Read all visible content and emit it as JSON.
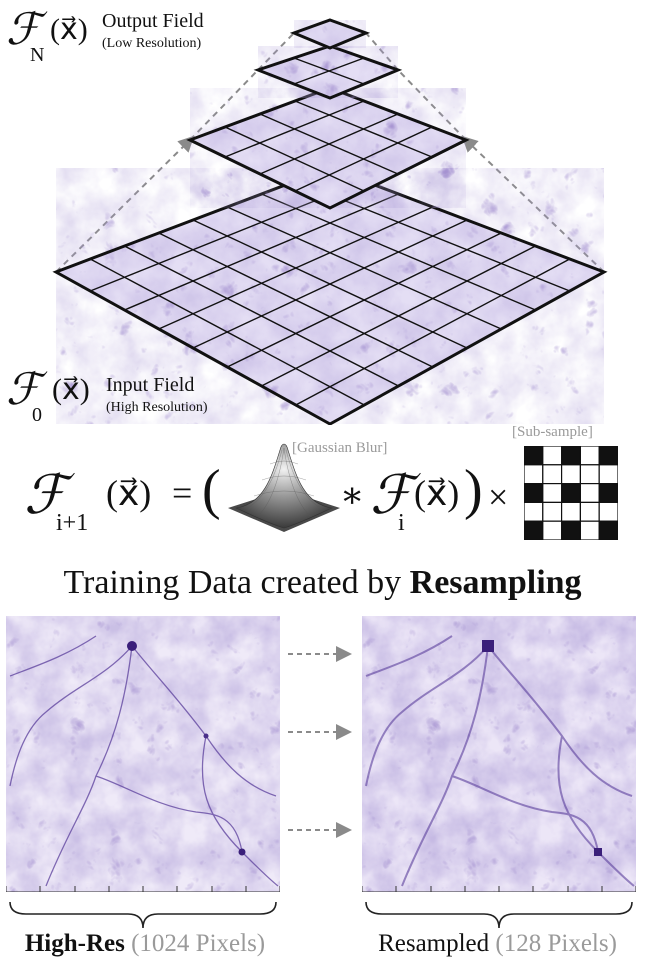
{
  "pyramid": {
    "output_symbol": "ℱ",
    "output_subscript": "N",
    "output_arg": "(x⃗)",
    "output_title": "Output Field",
    "output_sub": "(Low Resolution)",
    "input_symbol": "ℱ",
    "input_subscript": "0",
    "input_arg": "(x⃗)",
    "input_title": "Input Field",
    "input_sub": "(High Resolution)"
  },
  "equation": {
    "lhs_symbol": "ℱ",
    "lhs_subscript": "i+1",
    "lhs_arg": "(x⃗)",
    "equals": "=",
    "open_paren": "(",
    "blur_label": "[Gaussian Blur]",
    "convolve": "∗",
    "rhs_symbol": "ℱ",
    "rhs_subscript": "i",
    "rhs_arg": "(x⃗)",
    "close_paren": ")",
    "times": "×",
    "subsample_label": "[Sub-sample]"
  },
  "training": {
    "title_prefix": "Training Data created by ",
    "title_bold": "Resampling",
    "left_caption_bold": "High-Res",
    "left_caption_gray": "(1024 Pixels)",
    "right_caption_main": "Resampled",
    "right_caption_gray": "(128 Pixels)"
  },
  "colors": {
    "field_tint": "#6a55a8",
    "field_bg": "#d9d2ef",
    "grid": "#111111",
    "arrow": "#8a8a8a",
    "caption_gray": "#9a9a9a"
  }
}
